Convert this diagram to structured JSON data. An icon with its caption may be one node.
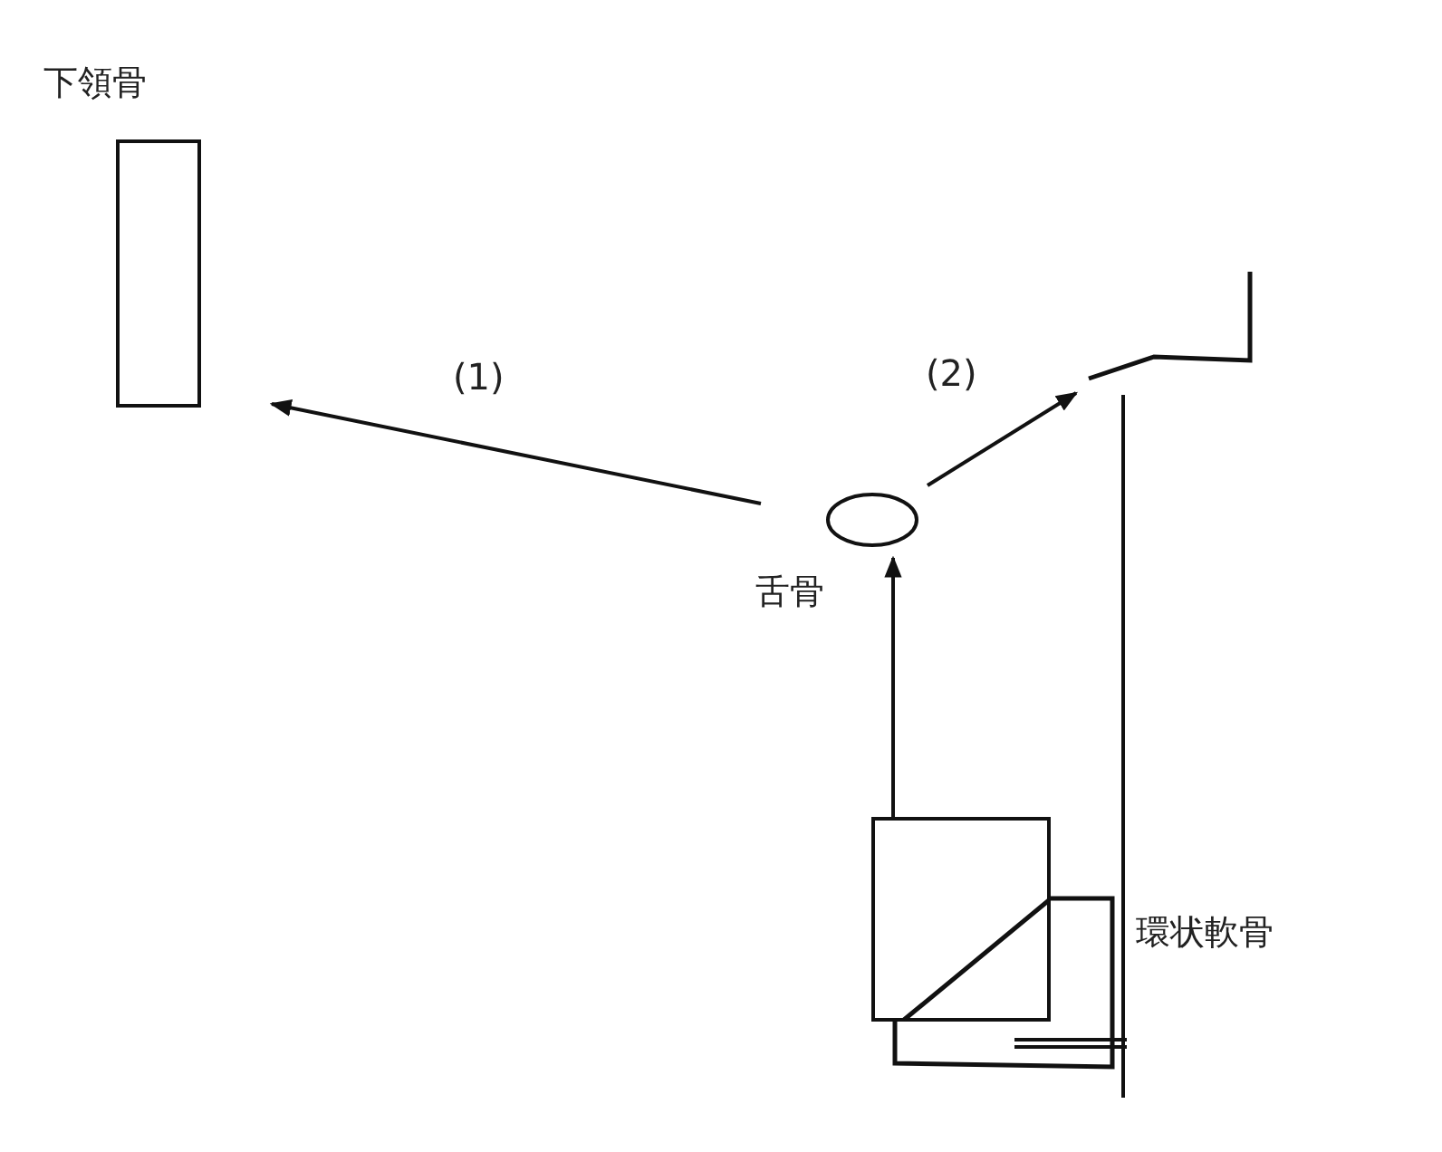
{
  "diagram": {
    "nodes": [
      {
        "text": [
          "下領骨"
        ]
      },
      {
        "text": [
          "舌骨"
        ]
      },
      {
        "text": [],
        "shape": "line"
      },
      {
        "text": [],
        "shape": "box"
      },
      {
        "text": [
          "環状軟骨"
        ]
      }
    ],
    "edges": [
      {
        "from": 1,
        "to": 0,
        "arrow": "to",
        "label": "(1)"
      },
      {
        "from": 1,
        "to": 2,
        "arrow": "to",
        "label": "(2)"
      },
      {
        "from": 3,
        "to": 1,
        "arrow": "to"
      }
    ]
  }
}
